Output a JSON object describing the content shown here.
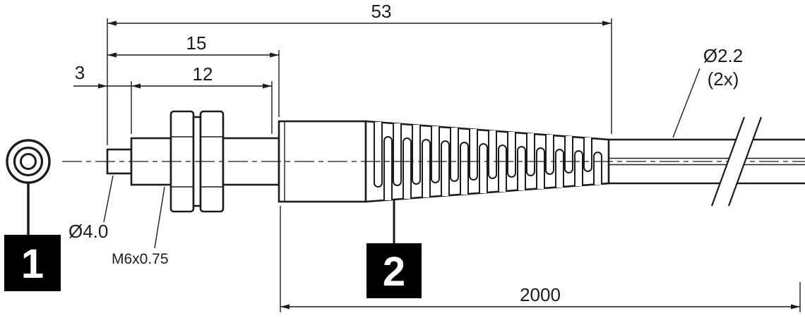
{
  "drawing": {
    "colors": {
      "line": "#1c1c1c",
      "background": "#ffffff",
      "callout_bg": "#000000",
      "callout_text": "#ffffff"
    },
    "dims": {
      "overall_length": "53",
      "head_length": "15",
      "thread_length": "12",
      "tip_length": "3",
      "cable_length": "2000"
    },
    "labels": {
      "tip_diameter": "Ø4.0",
      "thread_spec": "M6x0.75",
      "fiber_diameter": "Ø2.2",
      "fiber_quantity": "(2x)"
    },
    "callouts": {
      "one": "1",
      "two": "2"
    }
  }
}
